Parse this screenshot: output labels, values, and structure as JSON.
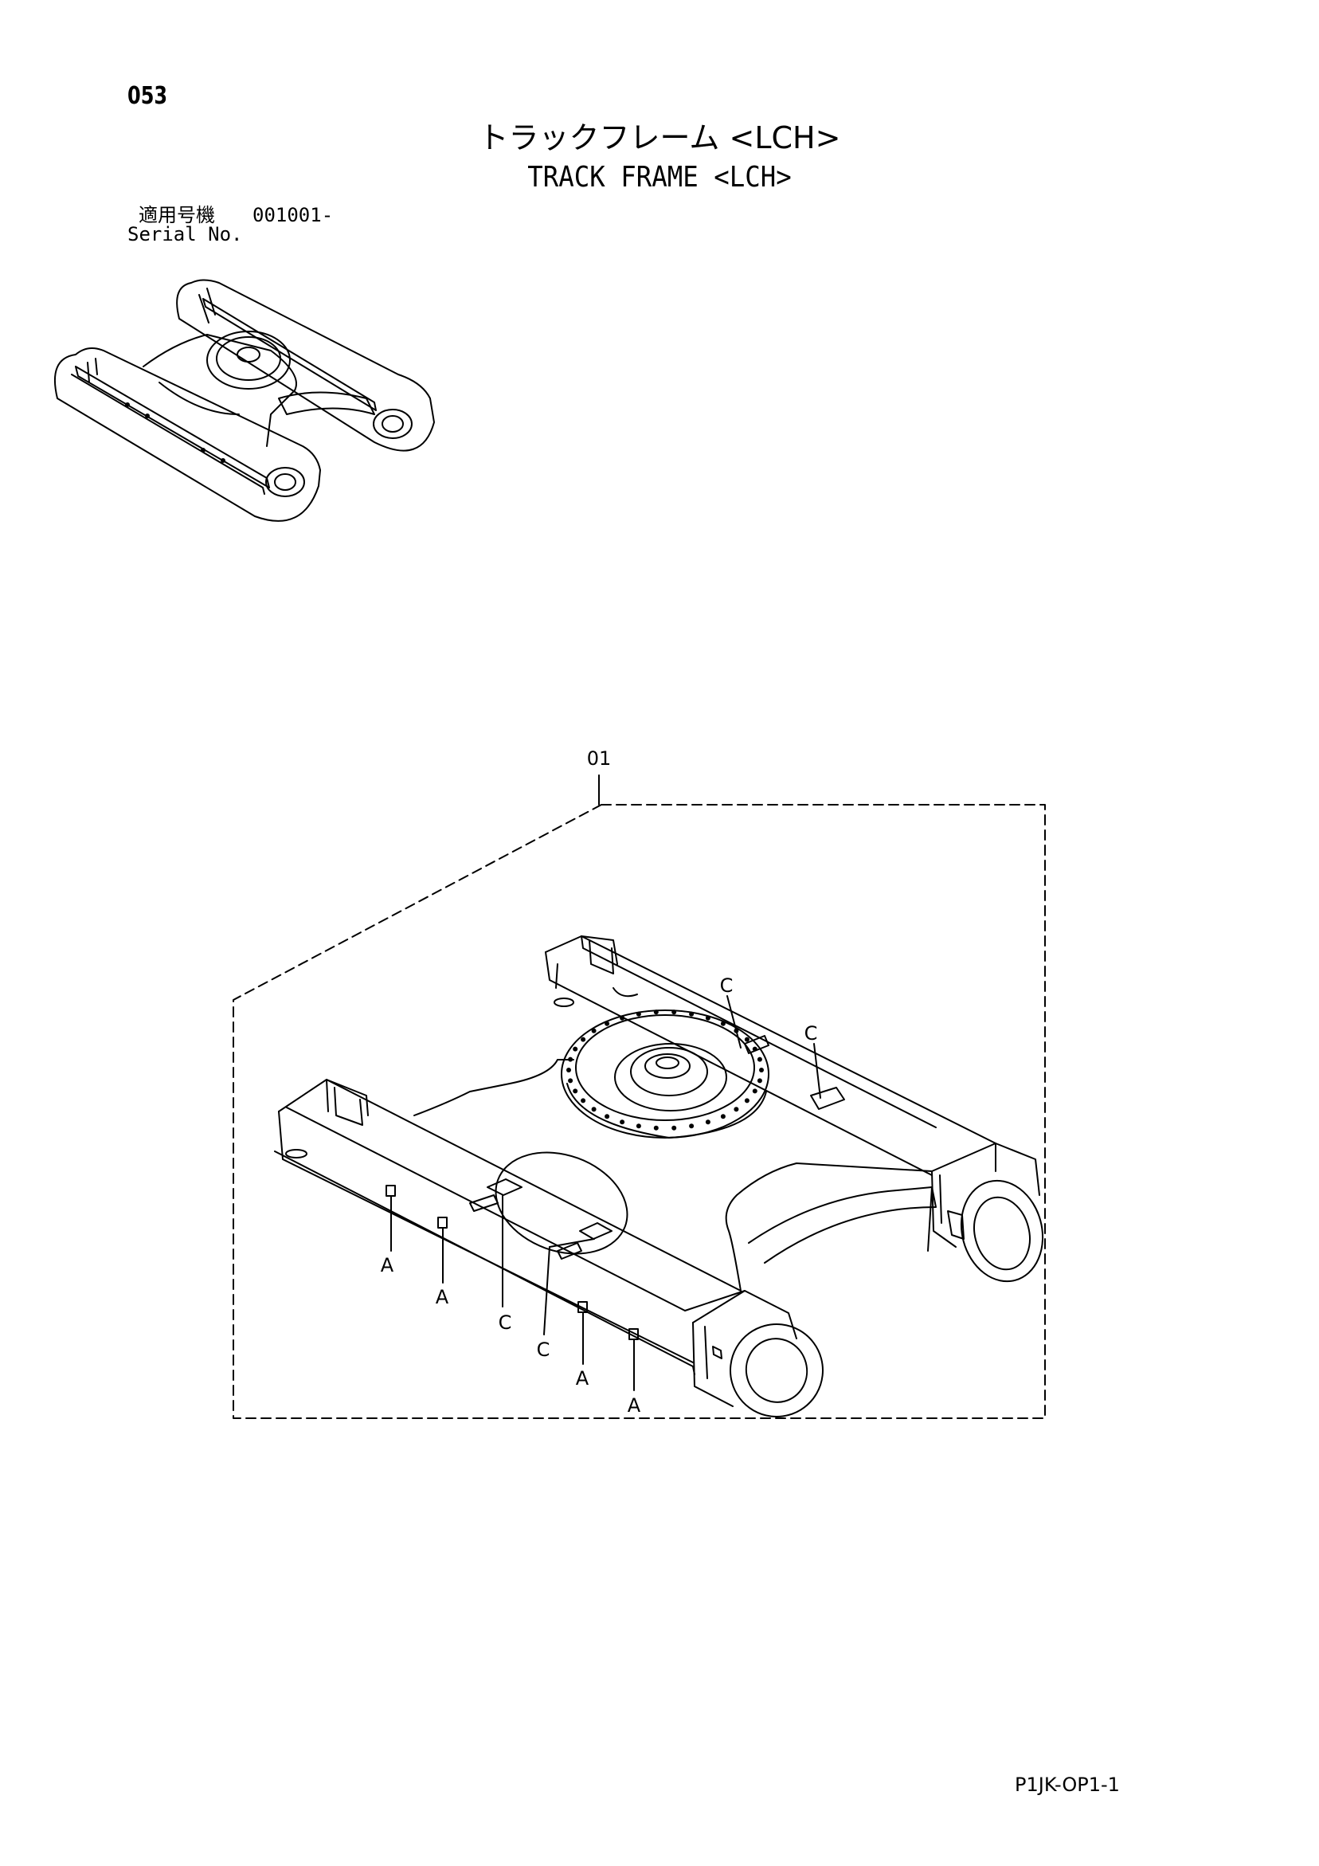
{
  "page_number": "053",
  "title_jp": "トラックフレーム <LCH>",
  "title_en": "TRACK FRAME <LCH>",
  "serial_label_jp": "適用号機",
  "serial_value": "001001-",
  "serial_label_en": "Serial No.",
  "part_callout": "01",
  "callouts": [
    "C",
    "C",
    "A",
    "A",
    "C",
    "C",
    "A",
    "A"
  ],
  "footer_code": "P1JK-OP1-1"
}
